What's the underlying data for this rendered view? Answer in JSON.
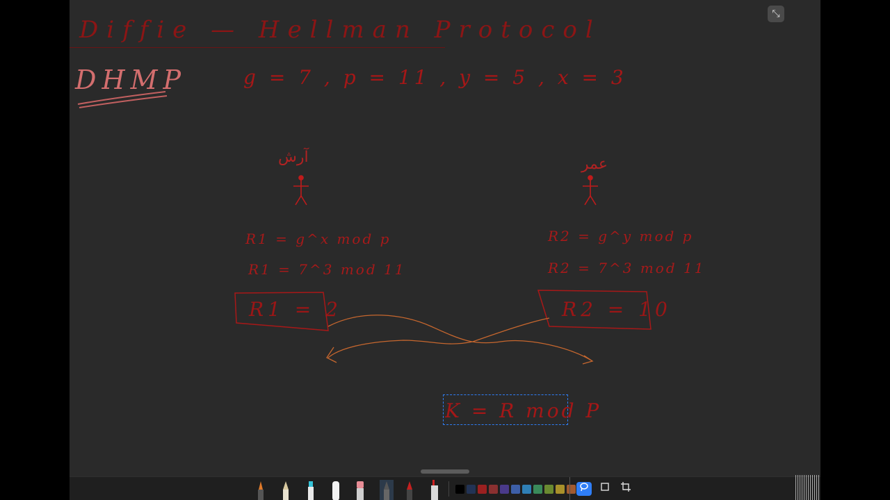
{
  "note": {
    "title": "Diffie — Hellman Protocol",
    "label": "DHMP",
    "params": "g = 7 , p = 11 , y = 5 , x = 3",
    "left_party": {
      "name": "آرش",
      "formula": "R1 = g^x mod p",
      "calc": "R1 = 7^3 mod 11",
      "result": "R1 = 2"
    },
    "right_party": {
      "name": "عمر",
      "formula": "R2 = g^y mod p",
      "calc": "R2 = 7^3 mod 11",
      "result": "R2 = 10"
    },
    "key_formula": "K = R mod P"
  },
  "colors": {
    "ink": "#b81b1b",
    "background": "#2a2a2a",
    "selection": "#2f7ef7",
    "toolbar": "#1f1f1f"
  },
  "toolbar": {
    "exit_icon": "exit-fullscreen-icon",
    "tools": [
      "pen-icon",
      "pencil-icon",
      "marker-icon",
      "highlighter-icon",
      "eraser-icon",
      "lasso-pen-icon",
      "fountain-pen-icon",
      "ruler-icon"
    ],
    "swatches": [
      "#000000",
      "#223355",
      "#9b2020",
      "#8a3030",
      "#4a3a8a",
      "#3d5fa8",
      "#2f7fb5",
      "#3a8a5a",
      "#6a8a30",
      "#a8902a",
      "#a05a30",
      "#9a9a9a"
    ],
    "lasso_icon": "lasso-select-icon",
    "frame_icon": "frame-icon",
    "crop_icon": "crop-icon"
  }
}
